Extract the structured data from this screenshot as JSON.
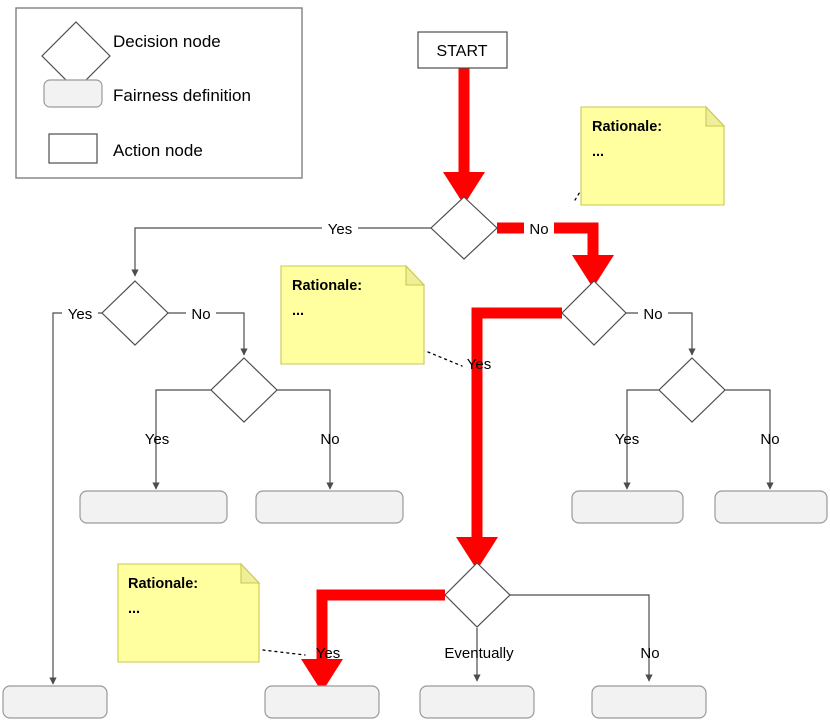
{
  "diagram": {
    "title": "Fairness decision tree flowchart",
    "colors": {
      "highlight_path": "#FF0000",
      "note_fill": "#FFFFA0",
      "fairness_fill": "#F2F2F2",
      "edge_stroke": "#4D4D4D"
    }
  },
  "legend": {
    "items": [
      {
        "shape": "diamond",
        "label": "Decision node"
      },
      {
        "shape": "rounded-rect",
        "label": "Fairness definition"
      },
      {
        "shape": "rect",
        "label": "Action node"
      }
    ]
  },
  "nodes": {
    "start": {
      "label": "START",
      "type": "action"
    },
    "d1": {
      "label": "",
      "type": "decision"
    },
    "d2_left": {
      "label": "",
      "type": "decision"
    },
    "d3_left": {
      "label": "",
      "type": "decision"
    },
    "d2_right": {
      "label": "",
      "type": "decision"
    },
    "d3_right": {
      "label": "",
      "type": "decision"
    },
    "d_bottom": {
      "label": "",
      "type": "decision"
    }
  },
  "outcomes": [
    {
      "id": "outcome-1",
      "label": "",
      "type": "fairness"
    },
    {
      "id": "outcome-2",
      "label": "",
      "type": "fairness"
    },
    {
      "id": "outcome-3",
      "label": "",
      "type": "fairness"
    },
    {
      "id": "outcome-4",
      "label": "",
      "type": "fairness"
    },
    {
      "id": "outcome-5",
      "label": "",
      "type": "fairness"
    },
    {
      "id": "outcome-6",
      "label": "",
      "type": "fairness"
    },
    {
      "id": "outcome-7",
      "label": "",
      "type": "fairness"
    },
    {
      "id": "outcome-8",
      "label": "",
      "type": "fairness"
    }
  ],
  "edge_labels": {
    "d1_yes": "Yes",
    "d1_no": "No",
    "d2left_yes": "Yes",
    "d2left_no": "No",
    "d3left_yes": "Yes",
    "d3left_no": "No",
    "d2right_yes": "Yes",
    "d2right_no": "No",
    "d3right_yes": "Yes",
    "d3right_no": "No",
    "dbottom_yes": "Yes",
    "dbottom_eventually": "Eventually",
    "dbottom_no": "No"
  },
  "notes": [
    {
      "id": "note-1",
      "title": "Rationale:",
      "body": "..."
    },
    {
      "id": "note-2",
      "title": "Rationale:",
      "body": "..."
    },
    {
      "id": "note-3",
      "title": "Rationale:",
      "body": "..."
    }
  ]
}
